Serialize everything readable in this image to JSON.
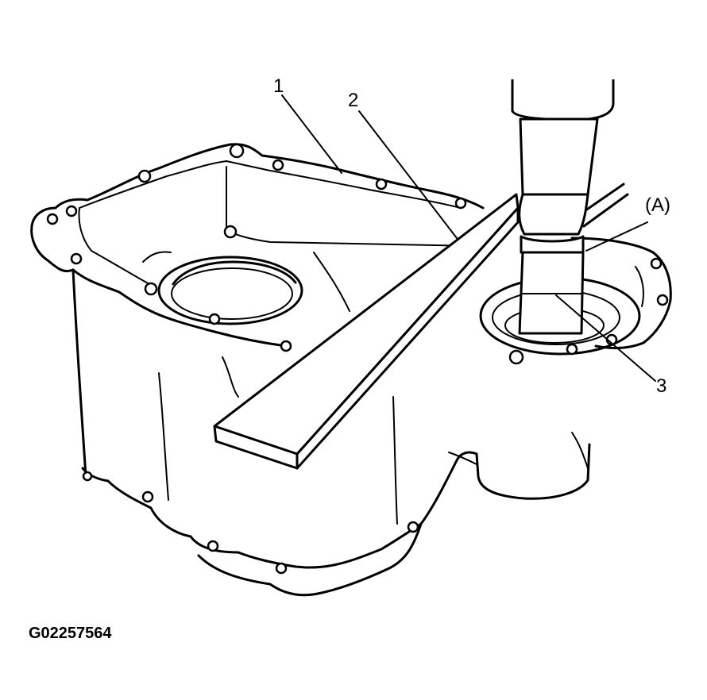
{
  "callouts": {
    "c1": "1",
    "c2": "2",
    "c3": "3",
    "cA": "(A)"
  },
  "figure_id": "G02257564"
}
